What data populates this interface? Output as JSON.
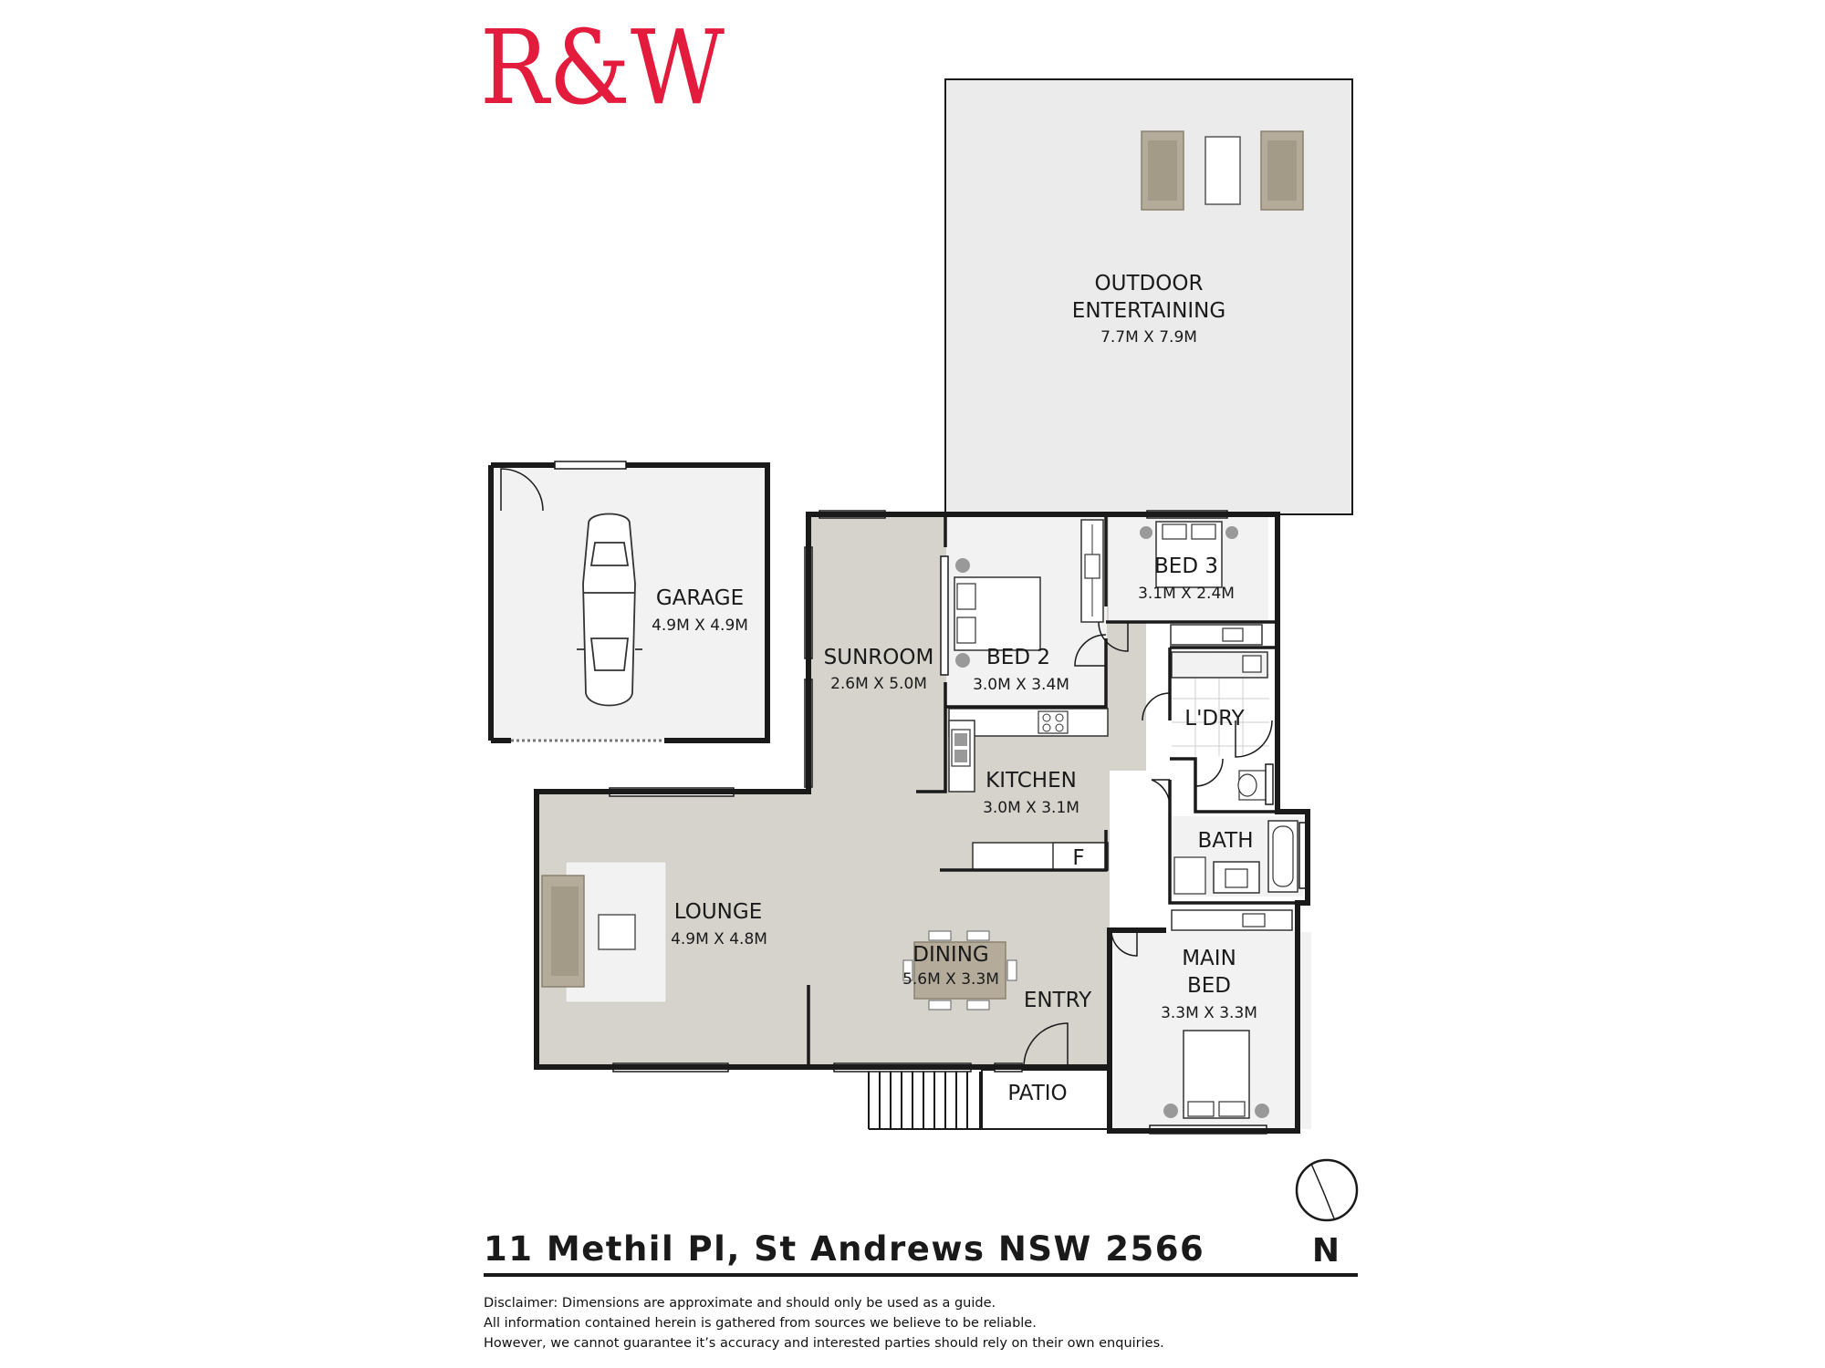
{
  "brand": {
    "logo_text": "R&W",
    "color": "#e31b3c"
  },
  "rooms": {
    "outdoor": {
      "name_line1": "OUTDOOR",
      "name_line2": "ENTERTAINING",
      "dims": "7.7M X 7.9M"
    },
    "garage": {
      "name": "GARAGE",
      "dims": "4.9M X 4.9M"
    },
    "sunroom": {
      "name": "SUNROOM",
      "dims": "2.6M X 5.0M"
    },
    "bed2": {
      "name": "BED 2",
      "dims": "3.0M X 3.4M"
    },
    "bed3": {
      "name": "BED 3",
      "dims": "3.1M X 2.4M"
    },
    "laundry": {
      "name": "L'DRY"
    },
    "kitchen": {
      "name": "KITCHEN",
      "dims": "3.0M X 3.1M",
      "fridge_label": "F"
    },
    "bath": {
      "name": "BATH"
    },
    "lounge": {
      "name": "LOUNGE",
      "dims": "4.9M X 4.8M"
    },
    "dining": {
      "name": "DINING",
      "dims": "5.6M X 3.3M"
    },
    "entry": {
      "name": "ENTRY"
    },
    "main_bed": {
      "name_line1": "MAIN",
      "name_line2": "BED",
      "dims": "3.3M X 3.3M"
    },
    "patio": {
      "name": "PATIO"
    }
  },
  "compass": {
    "label": "N"
  },
  "address": "11 Methil Pl, St Andrews NSW 2566",
  "disclaimer": [
    "Disclaimer: Dimensions are approximate and should only be used as a guide.",
    "All information contained herein is gathered from sources we believe to be reliable.",
    "However, we cannot guarantee it’s accuracy and interested parties should rely on their own enquiries."
  ],
  "colors": {
    "living_floor": "#d6d3cc",
    "room_floor": "#f2f2f2",
    "outdoor_floor": "#ebebeb",
    "wall": "#1a1a1a",
    "furniture": "#b4ab9a"
  }
}
